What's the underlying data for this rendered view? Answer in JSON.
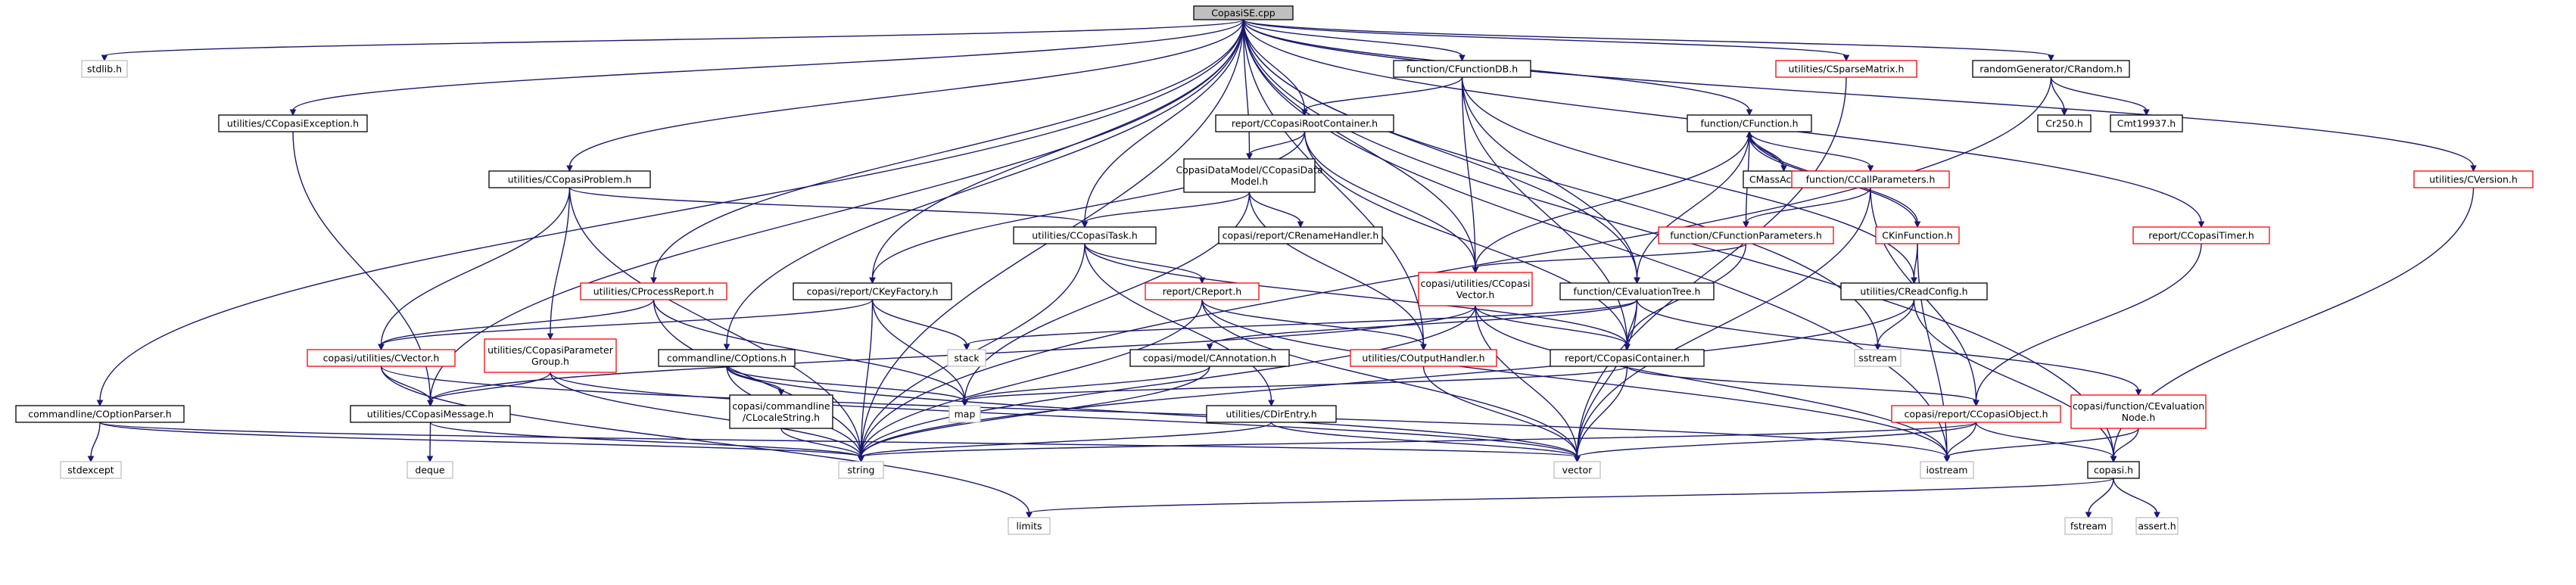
{
  "diagram": {
    "title": "CopasiSE.cpp",
    "nodes": [
      {
        "id": "root",
        "lines": [
          "CopasiSE.cpp"
        ],
        "style": "root"
      },
      {
        "id": "stdlib",
        "lines": [
          "stdlib.h"
        ],
        "style": "gray"
      },
      {
        "id": "cexc",
        "lines": [
          "utilities/CCopasiException.h"
        ],
        "style": "black"
      },
      {
        "id": "cfdb",
        "lines": [
          "function/CFunctionDB.h"
        ],
        "style": "black"
      },
      {
        "id": "csparse",
        "lines": [
          "utilities/CSparseMatrix.h"
        ],
        "style": "red"
      },
      {
        "id": "crandom",
        "lines": [
          "randomGenerator/CRandom.h"
        ],
        "style": "black"
      },
      {
        "id": "croot",
        "lines": [
          "report/CCopasiRootContainer.h"
        ],
        "style": "black"
      },
      {
        "id": "cfunc",
        "lines": [
          "function/CFunction.h"
        ],
        "style": "black"
      },
      {
        "id": "cr250",
        "lines": [
          "Cr250.h"
        ],
        "style": "black"
      },
      {
        "id": "cmt",
        "lines": [
          "Cmt19937.h"
        ],
        "style": "black"
      },
      {
        "id": "cversion",
        "lines": [
          "utilities/CVersion.h"
        ],
        "style": "red"
      },
      {
        "id": "cdatamodel",
        "lines": [
          "CopasiDataModel/CCopasiData",
          "Model.h"
        ],
        "style": "black"
      },
      {
        "id": "cprob",
        "lines": [
          "utilities/CCopasiProblem.h"
        ],
        "style": "black"
      },
      {
        "id": "cmass",
        "lines": [
          "CMassAction.h"
        ],
        "style": "black"
      },
      {
        "id": "ccallp",
        "lines": [
          "function/CCallParameters.h"
        ],
        "style": "red"
      },
      {
        "id": "cctask",
        "lines": [
          "utilities/CCopasiTask.h"
        ],
        "style": "black"
      },
      {
        "id": "crename",
        "lines": [
          "copasi/report/CRenameHandler.h"
        ],
        "style": "black"
      },
      {
        "id": "cfuncparams",
        "lines": [
          "function/CFunctionParameters.h"
        ],
        "style": "red"
      },
      {
        "id": "ckin",
        "lines": [
          "CKinFunction.h"
        ],
        "style": "red"
      },
      {
        "id": "ctimer",
        "lines": [
          "report/CCopasiTimer.h"
        ],
        "style": "red"
      },
      {
        "id": "creport",
        "lines": [
          "report/CReport.h"
        ],
        "style": "red"
      },
      {
        "id": "cprocrep",
        "lines": [
          "utilities/CProcessReport.h"
        ],
        "style": "red"
      },
      {
        "id": "ckeyf",
        "lines": [
          "copasi/report/CKeyFactory.h"
        ],
        "style": "black"
      },
      {
        "id": "ccvec",
        "lines": [
          "copasi/utilities/CCopasi",
          "Vector.h"
        ],
        "style": "red"
      },
      {
        "id": "cevaltree",
        "lines": [
          "function/CEvaluationTree.h"
        ],
        "style": "black"
      },
      {
        "id": "creadcfg",
        "lines": [
          "utilities/CReadConfig.h"
        ],
        "style": "black"
      },
      {
        "id": "cvector",
        "lines": [
          "copasi/utilities/CVector.h"
        ],
        "style": "red"
      },
      {
        "id": "cparamgrp",
        "lines": [
          "utilities/CCopasiParameter",
          "Group.h"
        ],
        "style": "red"
      },
      {
        "id": "coptions",
        "lines": [
          "commandline/COptions.h"
        ],
        "style": "black"
      },
      {
        "id": "stack",
        "lines": [
          "stack"
        ],
        "style": "gray"
      },
      {
        "id": "cannot",
        "lines": [
          "copasi/model/CAnnotation.h"
        ],
        "style": "black"
      },
      {
        "id": "coutput",
        "lines": [
          "utilities/COutputHandler.h"
        ],
        "style": "red"
      },
      {
        "id": "ccont",
        "lines": [
          "report/CCopasiContainer.h"
        ],
        "style": "black"
      },
      {
        "id": "sstream",
        "lines": [
          "sstream"
        ],
        "style": "gray"
      },
      {
        "id": "cmsg",
        "lines": [
          "utilities/CCopasiMessage.h"
        ],
        "style": "black"
      },
      {
        "id": "map",
        "lines": [
          "map"
        ],
        "style": "gray"
      },
      {
        "id": "clocale",
        "lines": [
          "copasi/commandline",
          "/CLocaleString.h"
        ],
        "style": "black"
      },
      {
        "id": "cdir",
        "lines": [
          "utilities/CDirEntry.h"
        ],
        "style": "black"
      },
      {
        "id": "cobj",
        "lines": [
          "copasi/report/CCopasiObject.h"
        ],
        "style": "red"
      },
      {
        "id": "cevalnode",
        "lines": [
          "copasi/function/CEvaluation",
          "Node.h"
        ],
        "style": "red"
      },
      {
        "id": "coptparser",
        "lines": [
          "commandline/COptionParser.h"
        ],
        "style": "black"
      },
      {
        "id": "stdexcept",
        "lines": [
          "stdexcept"
        ],
        "style": "gray"
      },
      {
        "id": "deque",
        "lines": [
          "deque"
        ],
        "style": "gray"
      },
      {
        "id": "string",
        "lines": [
          "string"
        ],
        "style": "gray"
      },
      {
        "id": "vector",
        "lines": [
          "vector"
        ],
        "style": "gray"
      },
      {
        "id": "iostream",
        "lines": [
          "iostream"
        ],
        "style": "gray"
      },
      {
        "id": "copasih",
        "lines": [
          "copasi.h"
        ],
        "style": "black"
      },
      {
        "id": "limits",
        "lines": [
          "limits"
        ],
        "style": "gray"
      },
      {
        "id": "fstream",
        "lines": [
          "fstream"
        ],
        "style": "gray"
      },
      {
        "id": "assert",
        "lines": [
          "assert.h"
        ],
        "style": "gray"
      }
    ],
    "edges": [
      [
        "root",
        "stdlib"
      ],
      [
        "root",
        "cexc"
      ],
      [
        "root",
        "cfdb"
      ],
      [
        "root",
        "csparse"
      ],
      [
        "root",
        "crandom"
      ],
      [
        "root",
        "croot"
      ],
      [
        "root",
        "cfunc"
      ],
      [
        "root",
        "cversion"
      ],
      [
        "root",
        "cdatamodel"
      ],
      [
        "root",
        "cprob"
      ],
      [
        "root",
        "cctask"
      ],
      [
        "root",
        "ctimer"
      ],
      [
        "root",
        "cprocrep"
      ],
      [
        "root",
        "ckeyf"
      ],
      [
        "root",
        "ccvec"
      ],
      [
        "root",
        "cevaltree"
      ],
      [
        "root",
        "coptions"
      ],
      [
        "root",
        "coptparser"
      ],
      [
        "root",
        "cmsg"
      ],
      [
        "root",
        "string"
      ],
      [
        "root",
        "sstream"
      ],
      [
        "root",
        "iostream"
      ],
      [
        "root",
        "copasih"
      ],
      [
        "root",
        "coutput"
      ],
      [
        "cexc",
        "cmsg"
      ],
      [
        "cfdb",
        "croot"
      ],
      [
        "cfdb",
        "ccvec"
      ],
      [
        "cfdb",
        "cevaltree"
      ],
      [
        "cfdb",
        "creadcfg"
      ],
      [
        "cfdb",
        "ccont"
      ],
      [
        "csparse",
        "vector"
      ],
      [
        "crandom",
        "cr250"
      ],
      [
        "crandom",
        "cmt"
      ],
      [
        "crandom",
        "string"
      ],
      [
        "croot",
        "cdatamodel"
      ],
      [
        "croot",
        "ckeyf"
      ],
      [
        "croot",
        "ccvec"
      ],
      [
        "croot",
        "ccont"
      ],
      [
        "cfunc",
        "cmass"
      ],
      [
        "cfunc",
        "ccallp"
      ],
      [
        "cfunc",
        "cfuncparams"
      ],
      [
        "cfunc",
        "ckin"
      ],
      [
        "cfunc",
        "ccvec"
      ],
      [
        "cfunc",
        "cevaltree"
      ],
      [
        "cmass",
        "cfunc"
      ],
      [
        "ckin",
        "cfunc"
      ],
      [
        "cversion",
        "copasih"
      ],
      [
        "cdatamodel",
        "cctask"
      ],
      [
        "cdatamodel",
        "crename"
      ],
      [
        "cdatamodel",
        "map"
      ],
      [
        "cdatamodel",
        "coutput"
      ],
      [
        "cprob",
        "cctask"
      ],
      [
        "cprob",
        "cvector"
      ],
      [
        "cprob",
        "cparamgrp"
      ],
      [
        "cprob",
        "string"
      ],
      [
        "ccallp",
        "cfuncparams"
      ],
      [
        "ccallp",
        "vector"
      ],
      [
        "ccallp",
        "cobj"
      ],
      [
        "cctask",
        "creport"
      ],
      [
        "cctask",
        "ccont"
      ],
      [
        "cctask",
        "string"
      ],
      [
        "cctask",
        "cdir"
      ],
      [
        "cfuncparams",
        "ccvec"
      ],
      [
        "cfuncparams",
        "ccont"
      ],
      [
        "ckin",
        "creadcfg"
      ],
      [
        "ckin",
        "iostream"
      ],
      [
        "ctimer",
        "cobj"
      ],
      [
        "creport",
        "coutput"
      ],
      [
        "creport",
        "string"
      ],
      [
        "creport",
        "iostream"
      ],
      [
        "creport",
        "vector"
      ],
      [
        "cprocrep",
        "cvector"
      ],
      [
        "cprocrep",
        "string"
      ],
      [
        "cprocrep",
        "map"
      ],
      [
        "ckeyf",
        "cvector"
      ],
      [
        "ckeyf",
        "stack"
      ],
      [
        "ckeyf",
        "string"
      ],
      [
        "ckeyf",
        "map"
      ],
      [
        "ccvec",
        "ccont"
      ],
      [
        "ccvec",
        "cmsg"
      ],
      [
        "ccvec",
        "string"
      ],
      [
        "ccvec",
        "vector"
      ],
      [
        "ccvec",
        "iostream"
      ],
      [
        "cevaltree",
        "ccont"
      ],
      [
        "cevaltree",
        "stack"
      ],
      [
        "cevaltree",
        "cannot"
      ],
      [
        "cevaltree",
        "vector"
      ],
      [
        "cevaltree",
        "cevalnode"
      ],
      [
        "creadcfg",
        "sstream"
      ],
      [
        "creadcfg",
        "string"
      ],
      [
        "creadcfg",
        "copasih"
      ],
      [
        "cvector",
        "cmsg"
      ],
      [
        "cvector",
        "limits"
      ],
      [
        "cvector",
        "iostream"
      ],
      [
        "cparamgrp",
        "cmsg"
      ],
      [
        "cparamgrp",
        "string"
      ],
      [
        "cparamgrp",
        "vector"
      ],
      [
        "coptions",
        "map"
      ],
      [
        "coptions",
        "clocale"
      ],
      [
        "coptions",
        "string"
      ],
      [
        "coptions",
        "vector"
      ],
      [
        "cannot",
        "map"
      ],
      [
        "cannot",
        "string"
      ],
      [
        "coutput",
        "vector"
      ],
      [
        "ccont",
        "cobj"
      ],
      [
        "ccont",
        "map"
      ],
      [
        "ccont",
        "vector"
      ],
      [
        "cmsg",
        "deque"
      ],
      [
        "cmsg",
        "string"
      ],
      [
        "clocale",
        "string"
      ],
      [
        "cdir",
        "string"
      ],
      [
        "cdir",
        "vector"
      ],
      [
        "cobj",
        "vector"
      ],
      [
        "cobj",
        "iostream"
      ],
      [
        "cobj",
        "copasih"
      ],
      [
        "cobj",
        "string"
      ],
      [
        "cevalnode",
        "copasih"
      ],
      [
        "cevalnode",
        "iostream"
      ],
      [
        "coptparser",
        "stdexcept"
      ],
      [
        "coptparser",
        "string"
      ],
      [
        "coptparser",
        "vector"
      ],
      [
        "copasih",
        "limits"
      ],
      [
        "copasih",
        "fstream"
      ],
      [
        "copasih",
        "assert"
      ]
    ],
    "colors": {
      "edge": "#191970",
      "root_fill": "#bfbfbf",
      "red_border": "#ff0000",
      "gray_border": "#bfbfbf"
    }
  }
}
